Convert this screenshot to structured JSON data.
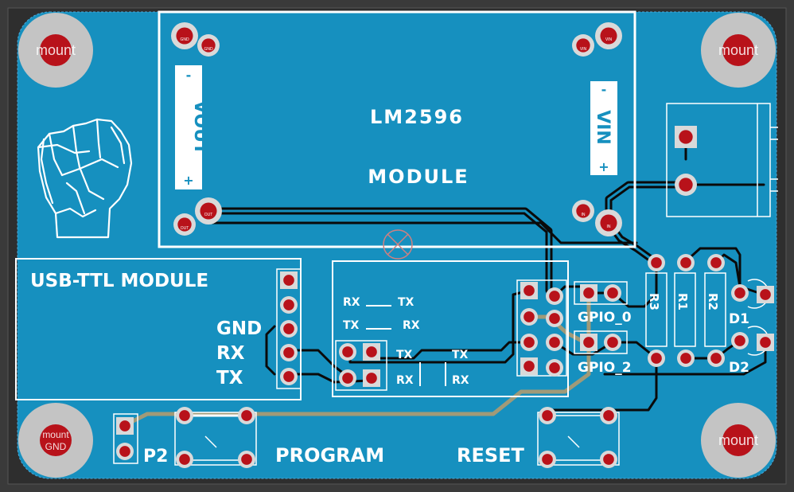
{
  "board": {
    "background_color": "#3a3a3a",
    "copper_color": "#1690bf",
    "silk_color": "#ffffff",
    "pad_color": "#b8121a",
    "trace_color": "#0a0a0a",
    "bottom_trace_color": "#a09a78",
    "mount_color": "#c4c4c4"
  },
  "mounts": {
    "label": "mount",
    "gnd_label": "mount\nGND",
    "gnd_line1": "mount",
    "gnd_line2": "GND"
  },
  "lm2596": {
    "title": "LM2596",
    "subtitle": "MODULE",
    "vout_label": "VOUT",
    "vin_label": "VIN",
    "minus": "-",
    "plus": "+"
  },
  "usb_ttl": {
    "title": "USB-TTL MODULE",
    "pins": [
      "GND",
      "RX",
      "TX"
    ]
  },
  "uart_header": {
    "rx_label": "RX",
    "tx_label": "TX",
    "line1": [
      "RX",
      "TX"
    ],
    "line2": [
      "TX",
      "RX"
    ],
    "line3": [
      "TX",
      "TX"
    ],
    "line4": [
      "RX",
      "RX"
    ]
  },
  "gpio": {
    "gpio0": "GPIO_0",
    "gpio2": "GPIO_2"
  },
  "resistors": [
    "R3",
    "R1",
    "R2"
  ],
  "leds": [
    "D1",
    "D2"
  ],
  "buttons": {
    "program": "PROGRAM",
    "reset": "RESET"
  },
  "connector": {
    "p2": "P2"
  },
  "pad_labels": [
    "GND",
    "VIN",
    "IN",
    "OUT"
  ]
}
